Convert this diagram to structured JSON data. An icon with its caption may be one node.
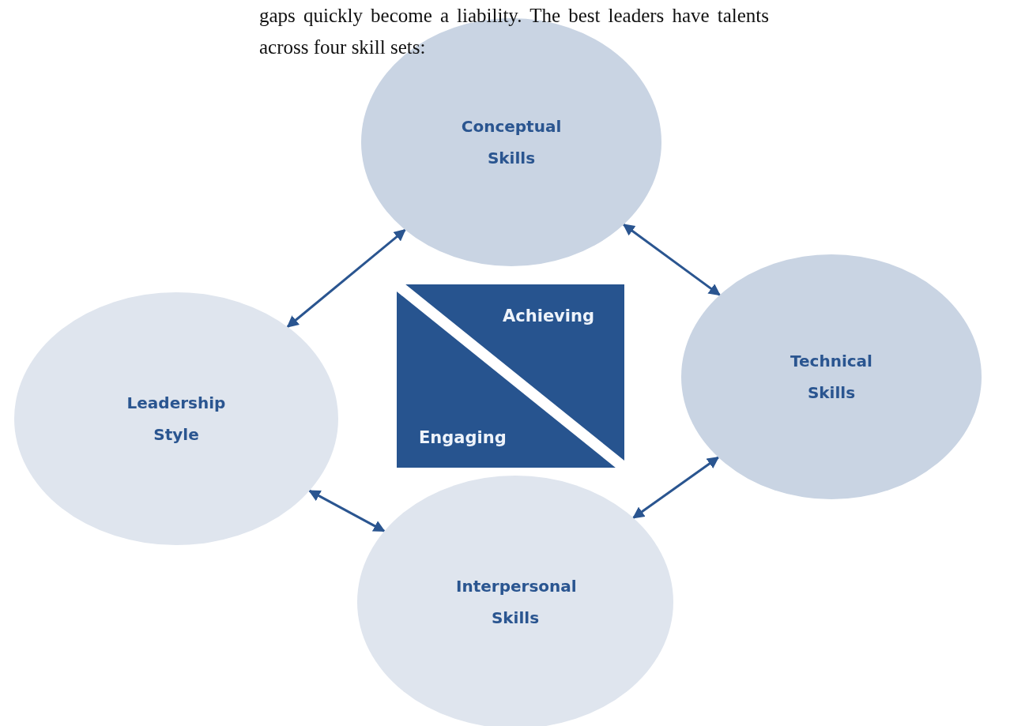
{
  "diagram": {
    "nodes": [
      {
        "text": [
          "Conceptual Skills"
        ]
      },
      {
        "text": [
          "Leadership Style"
        ]
      },
      {
        "text": [
          "Technical Skills"
        ]
      },
      {
        "text": [
          "Interpersonal Skills"
        ]
      },
      {
        "text": [
          "Achieving",
          "Engaging"
        ]
      }
    ],
    "edges": [
      {
        "from": 1,
        "to": 0,
        "arrow": "both"
      },
      {
        "from": 0,
        "to": 2,
        "arrow": "both"
      },
      {
        "from": 1,
        "to": 3,
        "arrow": "both"
      },
      {
        "from": 3,
        "to": 2,
        "arrow": "both"
      }
    ],
    "labels": [
      "gaps quickly become a liability. The best leaders have talents across four skill sets:"
    ]
  }
}
